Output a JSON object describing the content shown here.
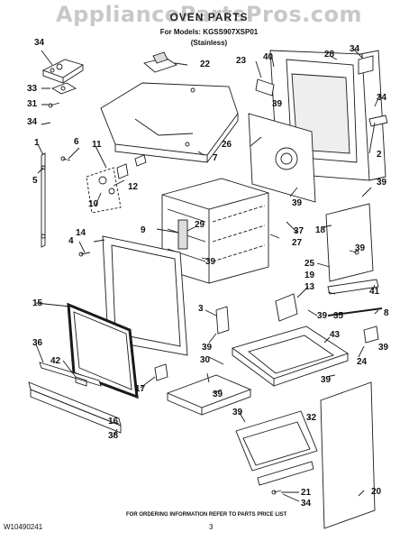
{
  "header": {
    "watermark": "AppliancePartsPros.com",
    "title": "OVEN PARTS",
    "models": "For Models: KGSS907XSP01",
    "variant": "(Stainless)"
  },
  "callouts": [
    {
      "id": "c34a",
      "text": "34"
    },
    {
      "id": "c33",
      "text": "33"
    },
    {
      "id": "c31a",
      "text": "31"
    },
    {
      "id": "c34b",
      "text": "34"
    },
    {
      "id": "c1",
      "text": "1"
    },
    {
      "id": "c6",
      "text": "6"
    },
    {
      "id": "c5",
      "text": "5"
    },
    {
      "id": "c11",
      "text": "11"
    },
    {
      "id": "c12",
      "text": "12"
    },
    {
      "id": "c10",
      "text": "10"
    },
    {
      "id": "c4",
      "text": "4"
    },
    {
      "id": "c14",
      "text": "14"
    },
    {
      "id": "c9",
      "text": "9"
    },
    {
      "id": "c22",
      "text": "22"
    },
    {
      "id": "c23",
      "text": "23"
    },
    {
      "id": "c40",
      "text": "40"
    },
    {
      "id": "c28",
      "text": "28"
    },
    {
      "id": "c34c",
      "text": "34"
    },
    {
      "id": "c34d",
      "text": "34"
    },
    {
      "id": "c39a",
      "text": "39"
    },
    {
      "id": "c26",
      "text": "26"
    },
    {
      "id": "c7",
      "text": "7"
    },
    {
      "id": "c2",
      "text": "2"
    },
    {
      "id": "c39b",
      "text": "39"
    },
    {
      "id": "c39c",
      "text": "39"
    },
    {
      "id": "c37",
      "text": "37"
    },
    {
      "id": "c27",
      "text": "27"
    },
    {
      "id": "c18",
      "text": "18"
    },
    {
      "id": "c29",
      "text": "29"
    },
    {
      "id": "c39d",
      "text": "39"
    },
    {
      "id": "c39e",
      "text": "39"
    },
    {
      "id": "c25",
      "text": "25"
    },
    {
      "id": "c19",
      "text": "19"
    },
    {
      "id": "c13",
      "text": "13"
    },
    {
      "id": "c41",
      "text": "41"
    },
    {
      "id": "c15",
      "text": "15"
    },
    {
      "id": "c3",
      "text": "3"
    },
    {
      "id": "c39f",
      "text": "39"
    },
    {
      "id": "c35",
      "text": "35"
    },
    {
      "id": "c8",
      "text": "8"
    },
    {
      "id": "c39g",
      "text": "39"
    },
    {
      "id": "c43",
      "text": "43"
    },
    {
      "id": "c36",
      "text": "36"
    },
    {
      "id": "c39h",
      "text": "39"
    },
    {
      "id": "c42",
      "text": "42"
    },
    {
      "id": "c30",
      "text": "30"
    },
    {
      "id": "c24",
      "text": "24"
    },
    {
      "id": "c39i",
      "text": "39"
    },
    {
      "id": "c39j",
      "text": "39"
    },
    {
      "id": "c17",
      "text": "17"
    },
    {
      "id": "c39k",
      "text": "39"
    },
    {
      "id": "c16",
      "text": "16"
    },
    {
      "id": "c38",
      "text": "38"
    },
    {
      "id": "c32",
      "text": "32"
    },
    {
      "id": "c21",
      "text": "21"
    },
    {
      "id": "c34e",
      "text": "34"
    },
    {
      "id": "c20",
      "text": "20"
    }
  ],
  "footer": {
    "doc_id": "W10490241",
    "page": "3",
    "note": "FOR ORDERING INFORMATION REFER TO PARTS PRICE LIST"
  },
  "colors": {
    "line": "#1a1a1a",
    "fill": "#ffffff",
    "shade": "#cfcfcf",
    "watermark": "#c8c8c8"
  }
}
